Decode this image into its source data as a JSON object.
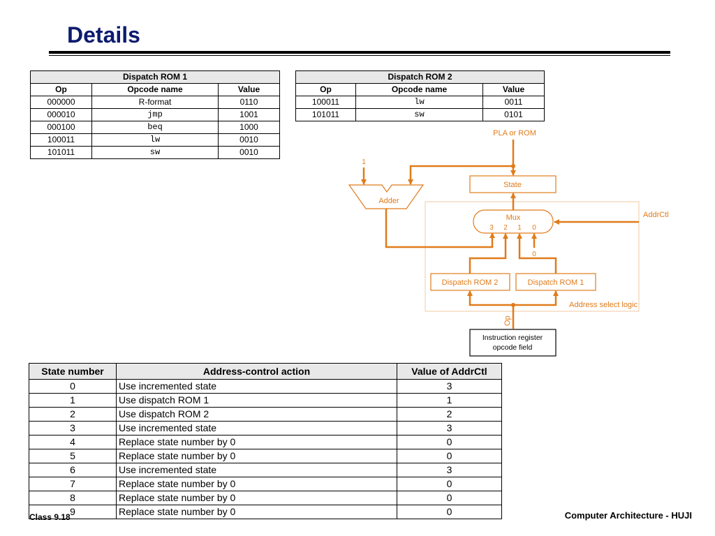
{
  "title": "Details",
  "rom1": {
    "caption": "Dispatch ROM 1",
    "headers": [
      "Op",
      "Opcode name",
      "Value"
    ],
    "rows": [
      [
        "000000",
        "R-format",
        "0110"
      ],
      [
        "000010",
        "jmp",
        "1001"
      ],
      [
        "000100",
        "beq",
        "1000"
      ],
      [
        "100011",
        "lw",
        "0010"
      ],
      [
        "101011",
        "sw",
        "0010"
      ]
    ]
  },
  "rom2": {
    "caption": "Dispatch ROM 2",
    "headers": [
      "Op",
      "Opcode name",
      "Value"
    ],
    "rows": [
      [
        "100011",
        "lw",
        "0011"
      ],
      [
        "101011",
        "sw",
        "0101"
      ]
    ]
  },
  "diagram": {
    "pla_label": "PLA or ROM",
    "one_label": "1",
    "state_label": "State",
    "adder_label": "Adder",
    "mux_label": "Mux",
    "mux_inputs": "3 2 1 0",
    "mux_input_3": "3",
    "mux_input_2": "2",
    "mux_input_1": "1",
    "mux_input_0": "0",
    "zero_label": "0",
    "addrctl_label": "AddrCtl",
    "dispatch_rom2_label": "Dispatch ROM 2",
    "dispatch_rom1_label": "Dispatch ROM 1",
    "address_select_label": "Address select logic",
    "op_label": "Op",
    "ir_label_line1": "Instruction register",
    "ir_label_line2": "opcode field",
    "accent_color": "#e07b1a"
  },
  "state_table": {
    "headers": [
      "State number",
      "Address-control action",
      "Value of AddrCtl"
    ],
    "rows": [
      [
        "0",
        "Use incremented state",
        "3"
      ],
      [
        "1",
        "Use dispatch ROM 1",
        "1"
      ],
      [
        "2",
        "Use dispatch ROM 2",
        "2"
      ],
      [
        "3",
        "Use incremented state",
        "3"
      ],
      [
        "4",
        "Replace state number by 0",
        "0"
      ],
      [
        "5",
        "Replace state number by 0",
        "0"
      ],
      [
        "6",
        "Use incremented state",
        "3"
      ],
      [
        "7",
        "Replace state number by 0",
        "0"
      ],
      [
        "8",
        "Replace state number by 0",
        "0"
      ],
      [
        "9",
        "Replace state number by 0",
        "0"
      ]
    ]
  },
  "footer": {
    "left": "Class 9.18",
    "right": "Computer Architecture - HUJI"
  }
}
